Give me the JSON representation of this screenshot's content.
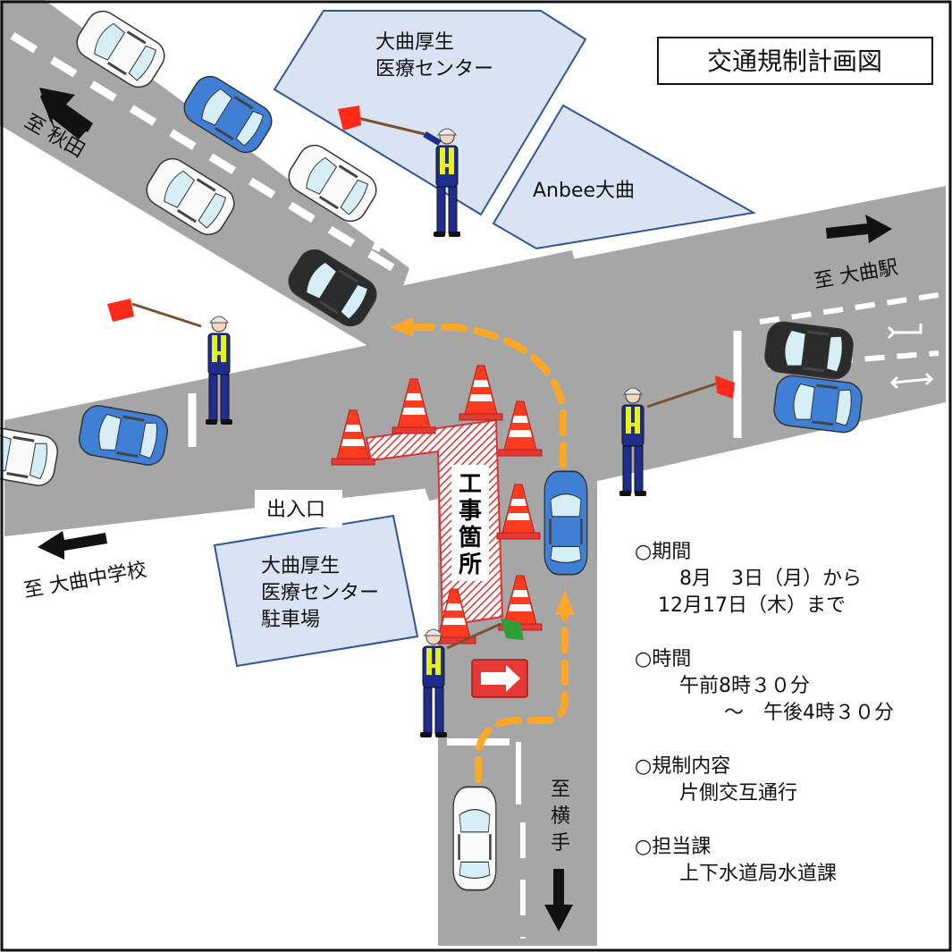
{
  "title": "交通規制計画図",
  "buildings": {
    "medical_center": [
      "大曲厚生",
      "医療センター"
    ],
    "anbee": "Anbee大曲",
    "parking": [
      "大曲厚生",
      "医療センター",
      "駐車場"
    ]
  },
  "labels": {
    "entrance": "出入口",
    "construction": [
      "工",
      "事",
      "箇",
      "所"
    ]
  },
  "directions": {
    "akita": "至 秋田",
    "omagari_station": "至 大曲駅",
    "omagari_jhs": "至 大曲中学校",
    "yokote": [
      "至",
      "横",
      "手"
    ]
  },
  "info": {
    "period_head": "○期間",
    "period_line1": "8月　3日（月）から",
    "period_line2": "12月17日（木）まで",
    "time_head": "○時間",
    "time_line1": "午前8時３０分",
    "time_line2": "～　午後4時３０分",
    "content_head": "○規制内容",
    "content_value": "片側交互通行",
    "dept_head": "○担当課",
    "dept_value": "上下水道局水道課"
  },
  "colors": {
    "road": "#a6a6a6",
    "building": "#dae3f3",
    "building_border": "#2f5597",
    "detour_arrow": "#ffa726",
    "cone": "#ff3b1f",
    "flag_red": "#ff2a1a",
    "flag_green": "#2e9e3a",
    "guard_uniform": "#1f2d8c",
    "vest": "#e8f11a"
  }
}
